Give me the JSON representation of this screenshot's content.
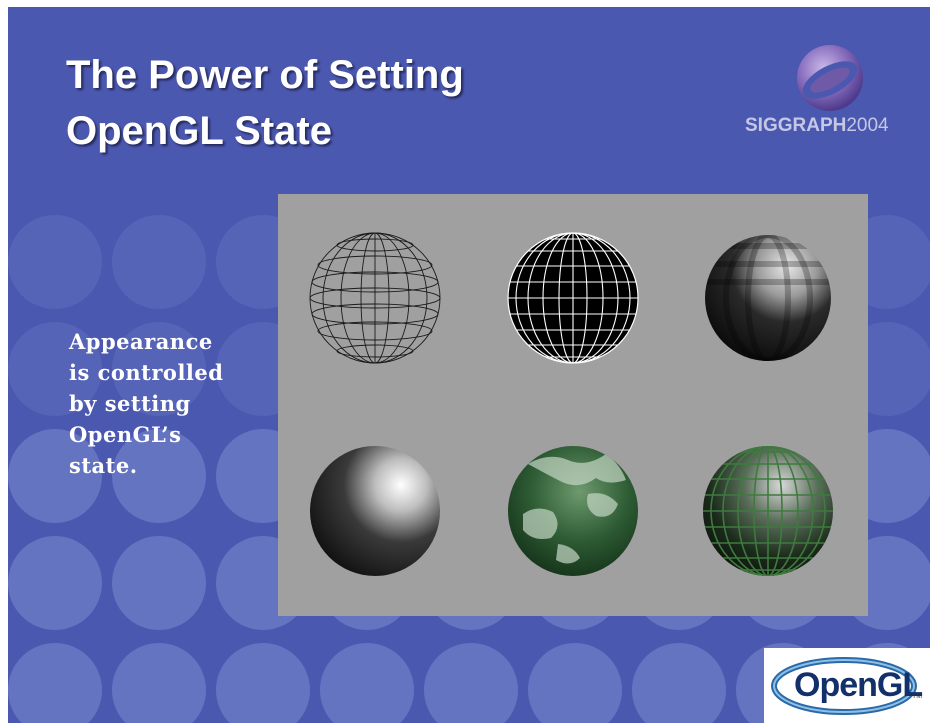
{
  "slide": {
    "title_lines": [
      "The Power of Setting",
      "OpenGL State"
    ],
    "body_lines": [
      "Appearance",
      "is controlled",
      "by setting",
      "OpenGL’s",
      "state."
    ],
    "background_color": "#4b58b0"
  },
  "logo": {
    "name": "siggraph-logo",
    "text_bold": "SIGGRAPH",
    "text_regular": "2004"
  },
  "figure": {
    "description_items": [
      "wireframe-sphere",
      "wireframe-over-black-sphere",
      "flat-shaded-sphere",
      "smooth-shaded-sphere",
      "texture-mapped-sphere",
      "texture-and-grid-sphere"
    ]
  },
  "opengl_logo": {
    "text": "OpenGL",
    "mark": "TM"
  }
}
